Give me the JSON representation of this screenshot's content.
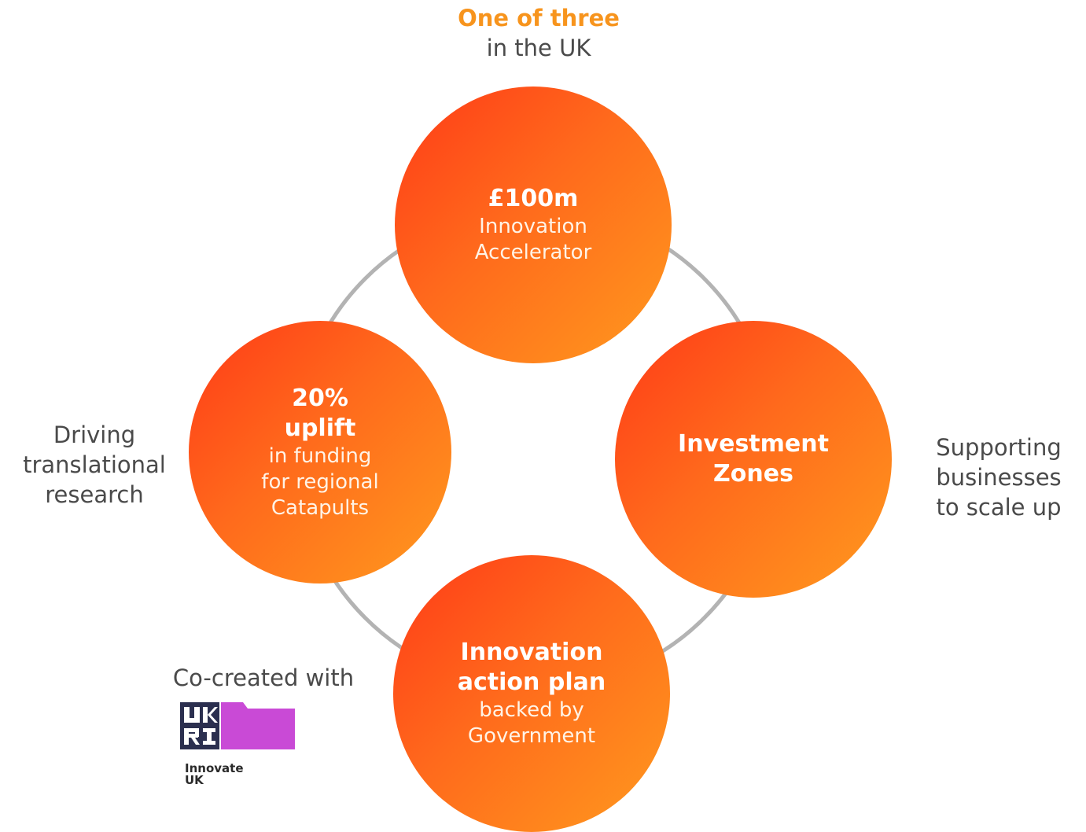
{
  "top_label": {
    "highlight": "One of three",
    "text": "in the UK"
  },
  "circles": {
    "top": {
      "strong": "£100m",
      "sub1": "Innovation",
      "sub2": "Accelerator"
    },
    "left": {
      "strong1": "20%",
      "strong2": "uplift",
      "sub1": "in funding",
      "sub2": "for regional",
      "sub3": "Catapults"
    },
    "right": {
      "strong1": "Investment",
      "strong2": "Zones"
    },
    "bottom": {
      "strong1": "Innovation",
      "strong2": "action plan",
      "sub1": "backed by",
      "sub2": "Government"
    }
  },
  "left_label": {
    "line1": "Driving",
    "line2": "translational",
    "line3": "research"
  },
  "right_label": {
    "line1": "Supporting",
    "line2": "businesses",
    "line3": "to scale up"
  },
  "co_created": {
    "text": "Co-created with",
    "logo_mark": "UKRI",
    "logo_line1": "Innovate",
    "logo_line2": "UK"
  },
  "colors": {
    "accent_orange": "#f7941d",
    "circle_start": "#ff3a17",
    "circle_end": "#ff9a1e",
    "ring_grey": "#b3b3b3",
    "ukri_purple": "#c94ad6",
    "ukri_navy": "#2b2f4f"
  }
}
